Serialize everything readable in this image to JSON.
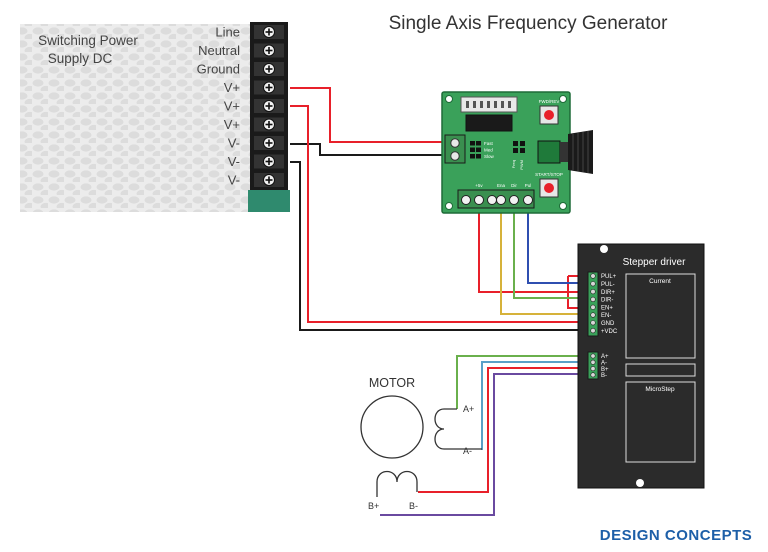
{
  "title": "Single Axis Frequency Generator",
  "power_supply": {
    "label_line1": "Switching Power",
    "label_line2": "Supply DC",
    "terminals": [
      "Line",
      "Neutral",
      "Ground",
      "V+",
      "V+",
      "V+",
      "V-",
      "V-",
      "V-"
    ]
  },
  "generator": {
    "fwd_rev_label": "FWD/REV",
    "start_stop_label": "START/STOP",
    "speed_labels": [
      "Fast",
      "Med",
      "Slow"
    ],
    "freq_label": "Freq",
    "pwm_label": "PWM",
    "pin_labels": [
      "+5v",
      "Ena",
      "Dir",
      "Pul"
    ]
  },
  "driver": {
    "title": "Stepper driver",
    "control_pins": [
      "PUL+",
      "PUL-",
      "DIR+",
      "DIR-",
      "EN+",
      "EN-",
      "GND",
      "+VDC"
    ],
    "motor_pins": [
      "A+",
      "A-",
      "B+",
      "B-"
    ],
    "current_label": "Current",
    "microstep_label": "MicroStep"
  },
  "motor": {
    "label": "MOTOR",
    "coil_a_plus": "A+",
    "coil_a_minus": "A-",
    "coil_b_plus": "B+",
    "coil_b_minus": "B-"
  },
  "logo": "DESIGN CONCEPTS",
  "colors": {
    "red": "#e8202a",
    "black": "#1a1a1a",
    "yellow": "#d6b23a",
    "green": "#6ab04c",
    "blue": "#2f4fb0",
    "purple": "#6a4aa0",
    "board_green": "#3aa15a",
    "driver_body": "#2b2b2b",
    "terminal_teal": "#2f8a6e",
    "logo_blue": "#1d5fa8"
  }
}
